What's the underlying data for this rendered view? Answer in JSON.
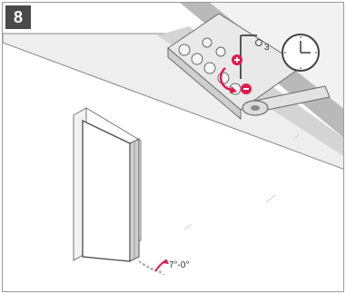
{
  "step": {
    "number": "8"
  },
  "labels": {
    "speed_value": "3",
    "door_gap": "7°-0°"
  },
  "adjustment": {
    "increase_symbol": "+",
    "decrease_symbol": "−"
  },
  "icons": [
    "clock-icon",
    "door-icon",
    "door-closer-icon",
    "adjustment-valve-icon",
    "allen-key-icon",
    "increase-icon",
    "decrease-icon"
  ],
  "colors": {
    "accent": "#e0194b",
    "badge_bg": "#4a4a4a",
    "wall_fill": "#e8e8e8",
    "frame_header": "#7a7a7a",
    "line": "#555555"
  }
}
